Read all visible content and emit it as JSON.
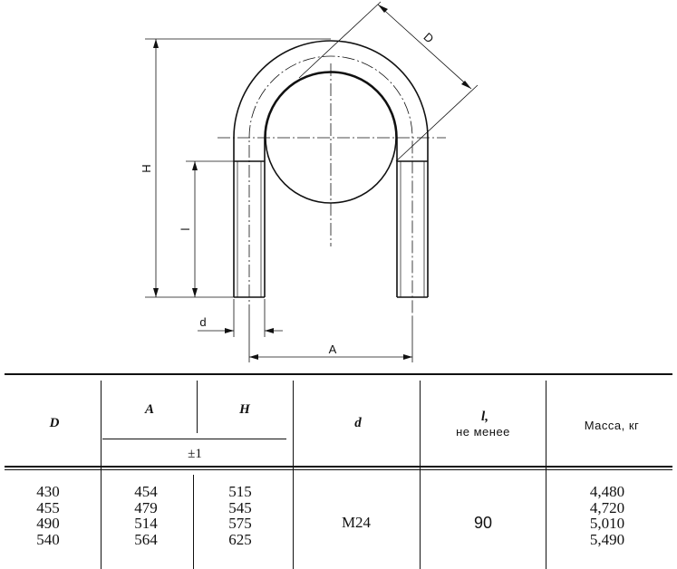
{
  "drawing": {
    "labels": {
      "outer_diameter": "D",
      "height": "H",
      "thread_length": "l",
      "rod_diameter": "d",
      "center_distance": "A"
    }
  },
  "table": {
    "headers": {
      "D": "D",
      "A": "A",
      "H": "H",
      "tolerance": "±1",
      "d": "d",
      "l": "l,",
      "l_note": "не менее",
      "mass": "Масса, кг"
    },
    "rows": [
      {
        "D": "430",
        "A": "454",
        "H": "515",
        "mass": "4,480"
      },
      {
        "D": "455",
        "A": "479",
        "H": "545",
        "mass": "4,720"
      },
      {
        "D": "490",
        "A": "514",
        "H": "575",
        "mass": "5,010"
      },
      {
        "D": "540",
        "A": "564",
        "H": "625",
        "mass": "5,490"
      }
    ],
    "shared": {
      "d": "M24",
      "l": "90"
    }
  }
}
